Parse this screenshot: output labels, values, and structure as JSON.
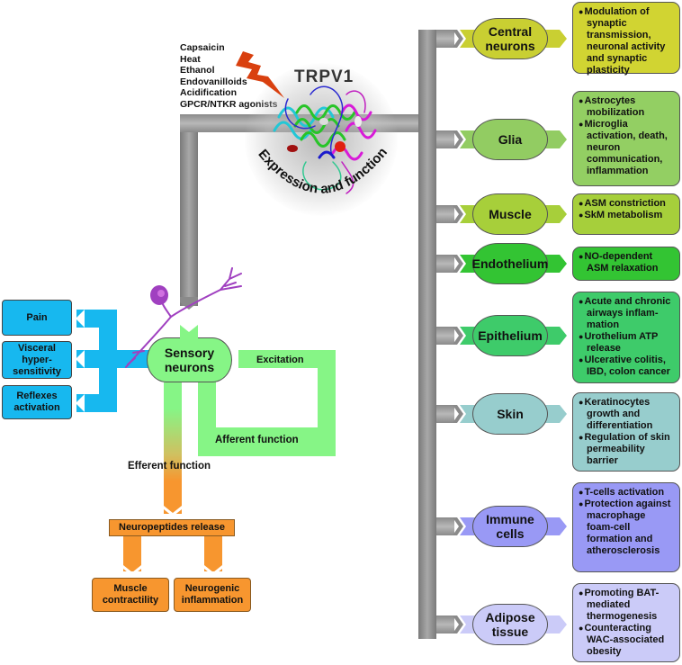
{
  "stimuli": [
    "Capsaicin",
    "Heat",
    "Ethanol",
    "Endovanilloids",
    "Acidification",
    "GPCR/NTKR agonists"
  ],
  "channel": {
    "title": "TRPV1",
    "arc_caption": "Expression and function"
  },
  "colors": {
    "gray_trunk": "#999999",
    "stimulus_bolt": "#d9400f",
    "left_outputs": "#17b8ef",
    "sensory_green": "#86f586",
    "efferent_orange": "#f7962f",
    "neuron_purple": "#a040c0"
  },
  "sensory": {
    "label": "Sensory neurons",
    "label_lines": [
      "Sensory",
      "neurons"
    ],
    "excitation": "Excitation",
    "afferent": "Afferent function",
    "efferent": "Efferent function",
    "neuropeptides": "Neuropeptides release",
    "efferent_outputs": [
      {
        "lines": [
          "Muscle",
          "contractility"
        ]
      },
      {
        "lines": [
          "Neurogenic",
          "inflammation"
        ]
      }
    ],
    "left_outputs": [
      {
        "lines": [
          "Pain"
        ]
      },
      {
        "lines": [
          "Visceral",
          "hyper-",
          "sensitivity"
        ]
      },
      {
        "lines": [
          "Reflexes",
          "activation"
        ]
      }
    ]
  },
  "tissues": [
    {
      "name_lines": [
        "Central",
        "neurons"
      ],
      "color": "#c9cf32",
      "box_color": "#d1d432",
      "functions": [
        "Modulation of synaptic transmission, neuronal activity and synaptic plasticity"
      ]
    },
    {
      "name_lines": [
        "Glia"
      ],
      "color": "#92cc62",
      "box_color": "#93cf63",
      "functions": [
        "Astrocytes mobilization",
        "Microglia activation, death, neuron communication, inflammation"
      ]
    },
    {
      "name_lines": [
        "Muscle"
      ],
      "color": "#a7cf3a",
      "box_color": "#a6cf3b",
      "functions": [
        "ASM constriction",
        "SkM metabolism"
      ]
    },
    {
      "name_lines": [
        "Endothelium"
      ],
      "color": "#33c433",
      "box_color": "#33c433",
      "functions": [
        "NO-dependent ASM relaxation"
      ]
    },
    {
      "name_lines": [
        "Epithelium"
      ],
      "color": "#3ecb6a",
      "box_color": "#3ecb6a",
      "functions": [
        "Acute and chronic airways inflam-mation",
        "Urothelium ATP release",
        "Ulcerative colitis, IBD, colon cancer"
      ]
    },
    {
      "name_lines": [
        "Skin"
      ],
      "color": "#97cdcd",
      "box_color": "#97cdcd",
      "functions": [
        "Keratinocytes growth and differentiation",
        "Regulation of skin permeability barrier"
      ]
    },
    {
      "name_lines": [
        "Immune",
        "cells"
      ],
      "color": "#9999f5",
      "box_color": "#9999f5",
      "functions": [
        "T-cells activation",
        "Protection against macrophage foam-cell formation and atherosclerosis"
      ]
    },
    {
      "name_lines": [
        "Adipose",
        "tissue"
      ],
      "color": "#cbcbf8",
      "box_color": "#cbcbf8",
      "functions": [
        "Promoting BAT-mediated thermogenesis",
        "Counteracting WAC-associated obesity"
      ]
    }
  ]
}
